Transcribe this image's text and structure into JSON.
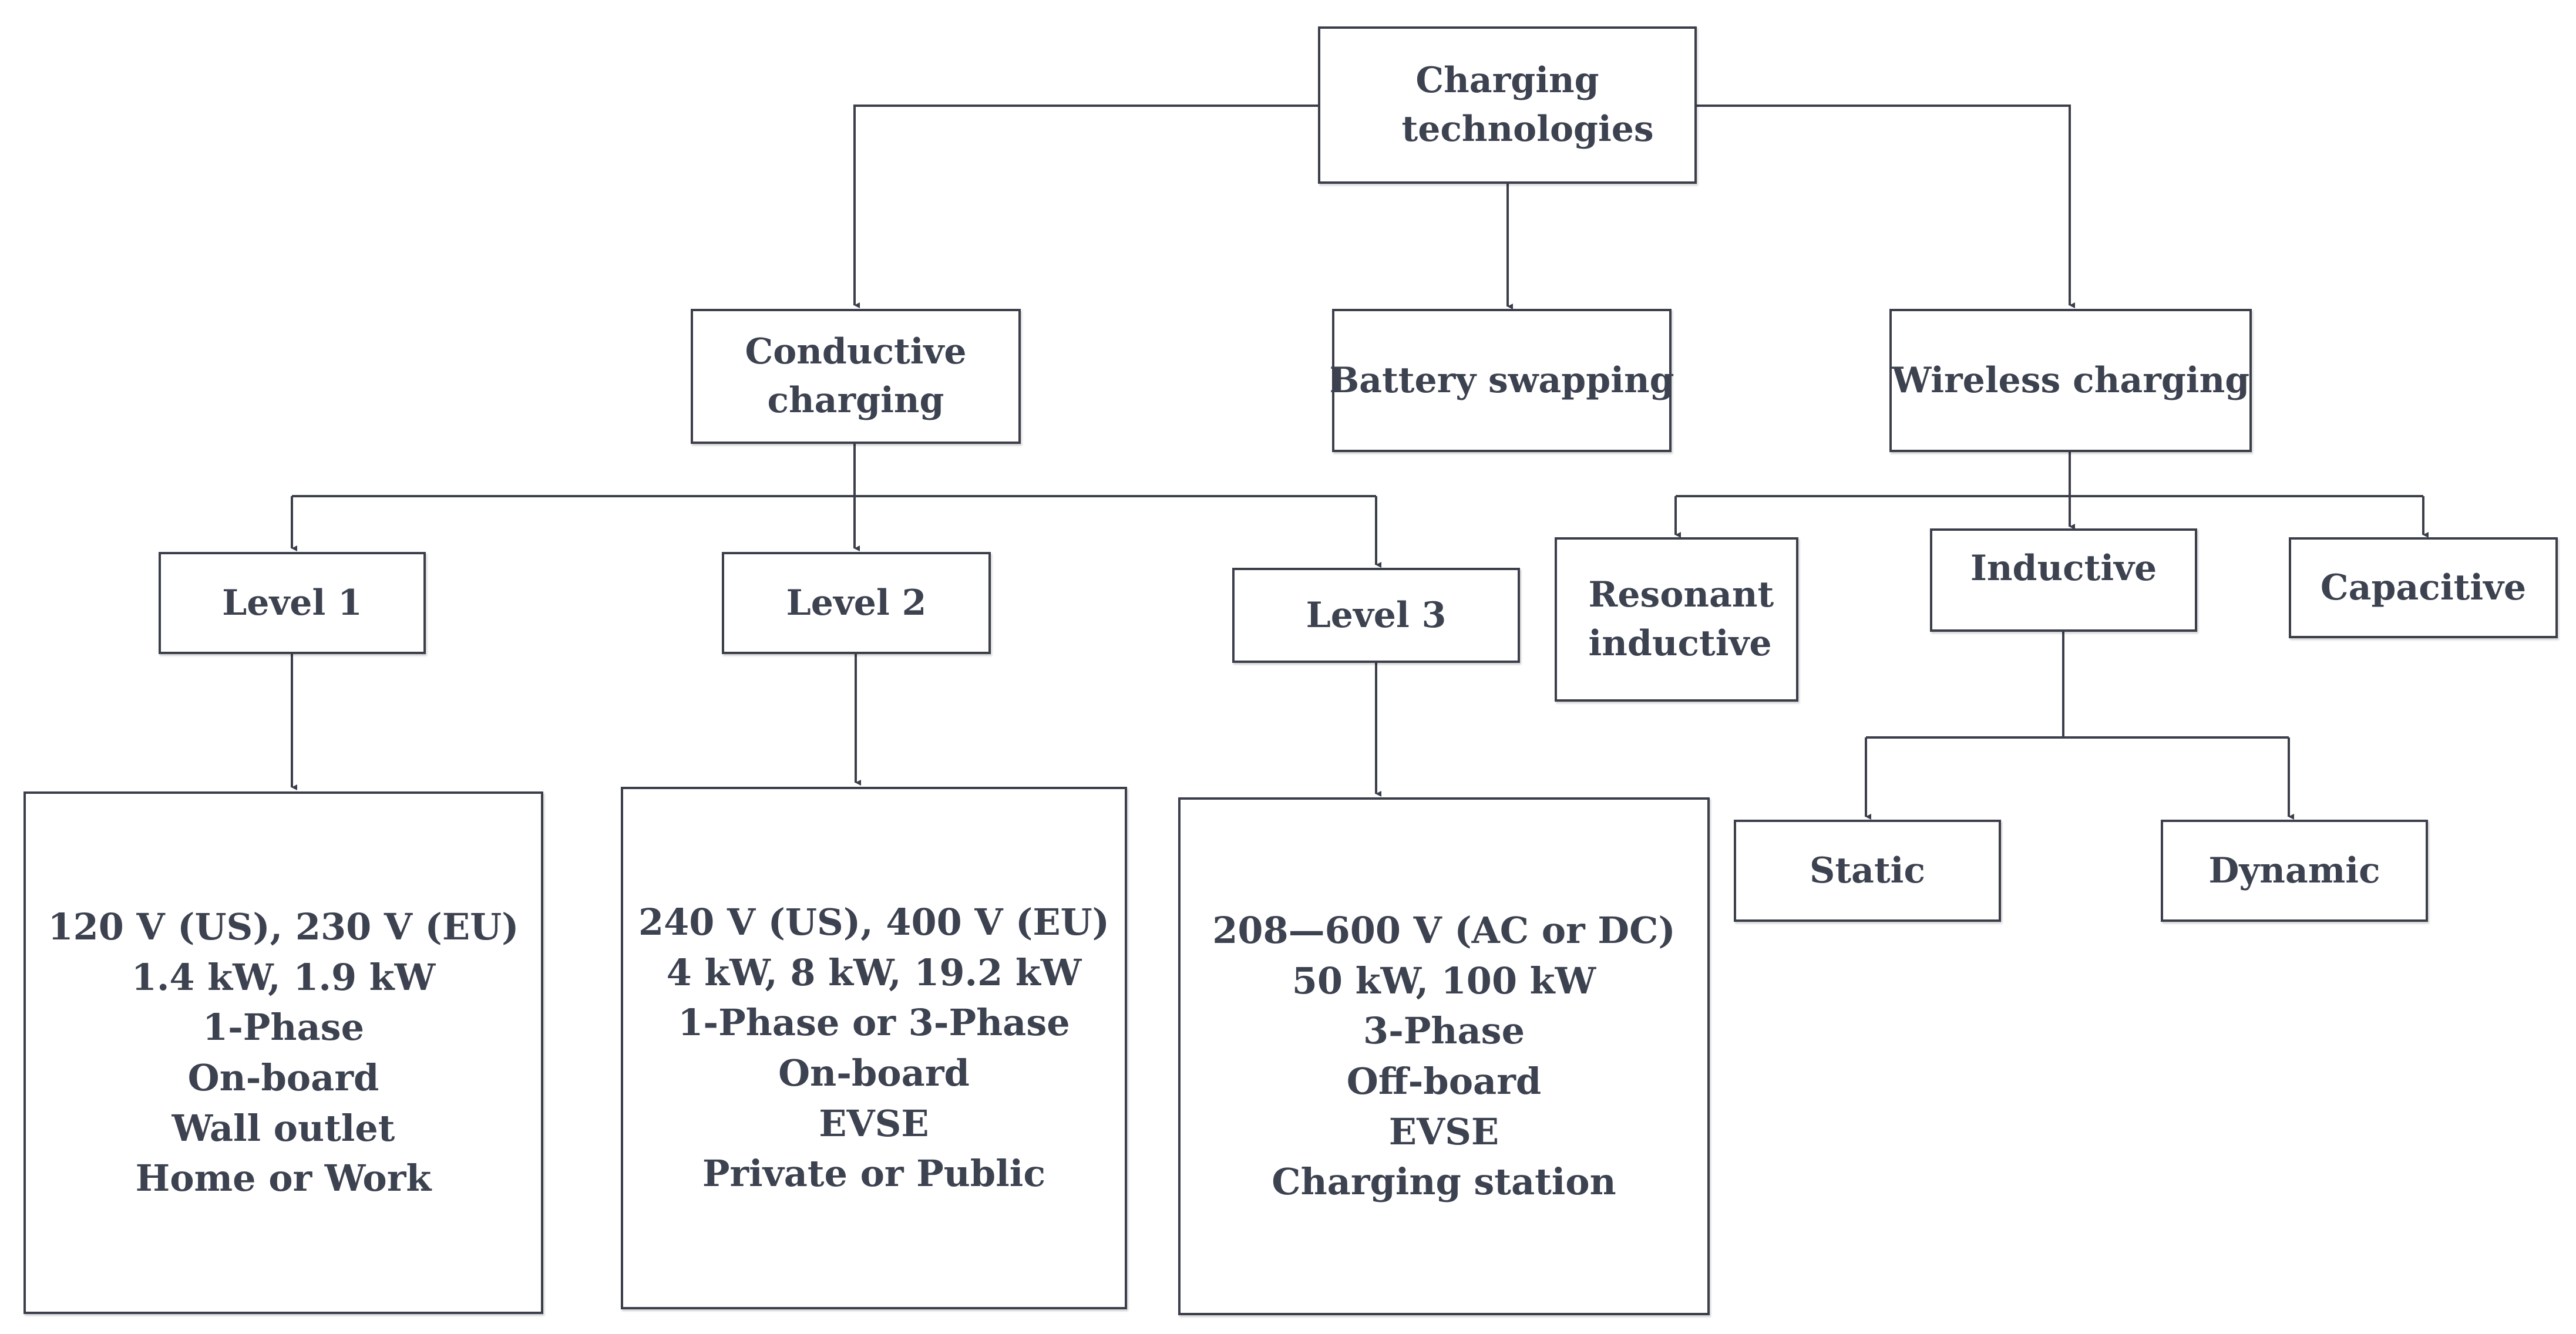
{
  "nodes": {
    "root": "Charging technologies",
    "conductive": "Conductive charging",
    "battery_swapping": "Battery swapping",
    "wireless": "Wireless charging",
    "level1": "Level 1",
    "level2": "Level 2",
    "level3": "Level 3",
    "resonant_inductive": "Resonant inductive",
    "inductive": "Inductive",
    "capacitive": "Capacitive",
    "static": "Static",
    "dynamic": "Dynamic"
  },
  "details": {
    "level1": [
      "120 V (US), 230 V (EU)",
      "1.4 kW, 1.9 kW",
      "1-Phase",
      "On-board",
      "Wall outlet",
      "Home or Work"
    ],
    "level2": [
      "240 V (US), 400 V (EU)",
      "4 kW, 8 kW, 19.2 kW",
      "1-Phase or 3-Phase",
      "On-board",
      "EVSE",
      "Private or Public"
    ],
    "level3": [
      "208—600 V (AC or DC)",
      "50 kW, 100 kW",
      "3-Phase",
      "Off-board",
      "EVSE",
      "Charging station"
    ]
  },
  "colors": {
    "line": "#3b3f4a",
    "text": "#3d4250",
    "background": "#ffffff"
  }
}
